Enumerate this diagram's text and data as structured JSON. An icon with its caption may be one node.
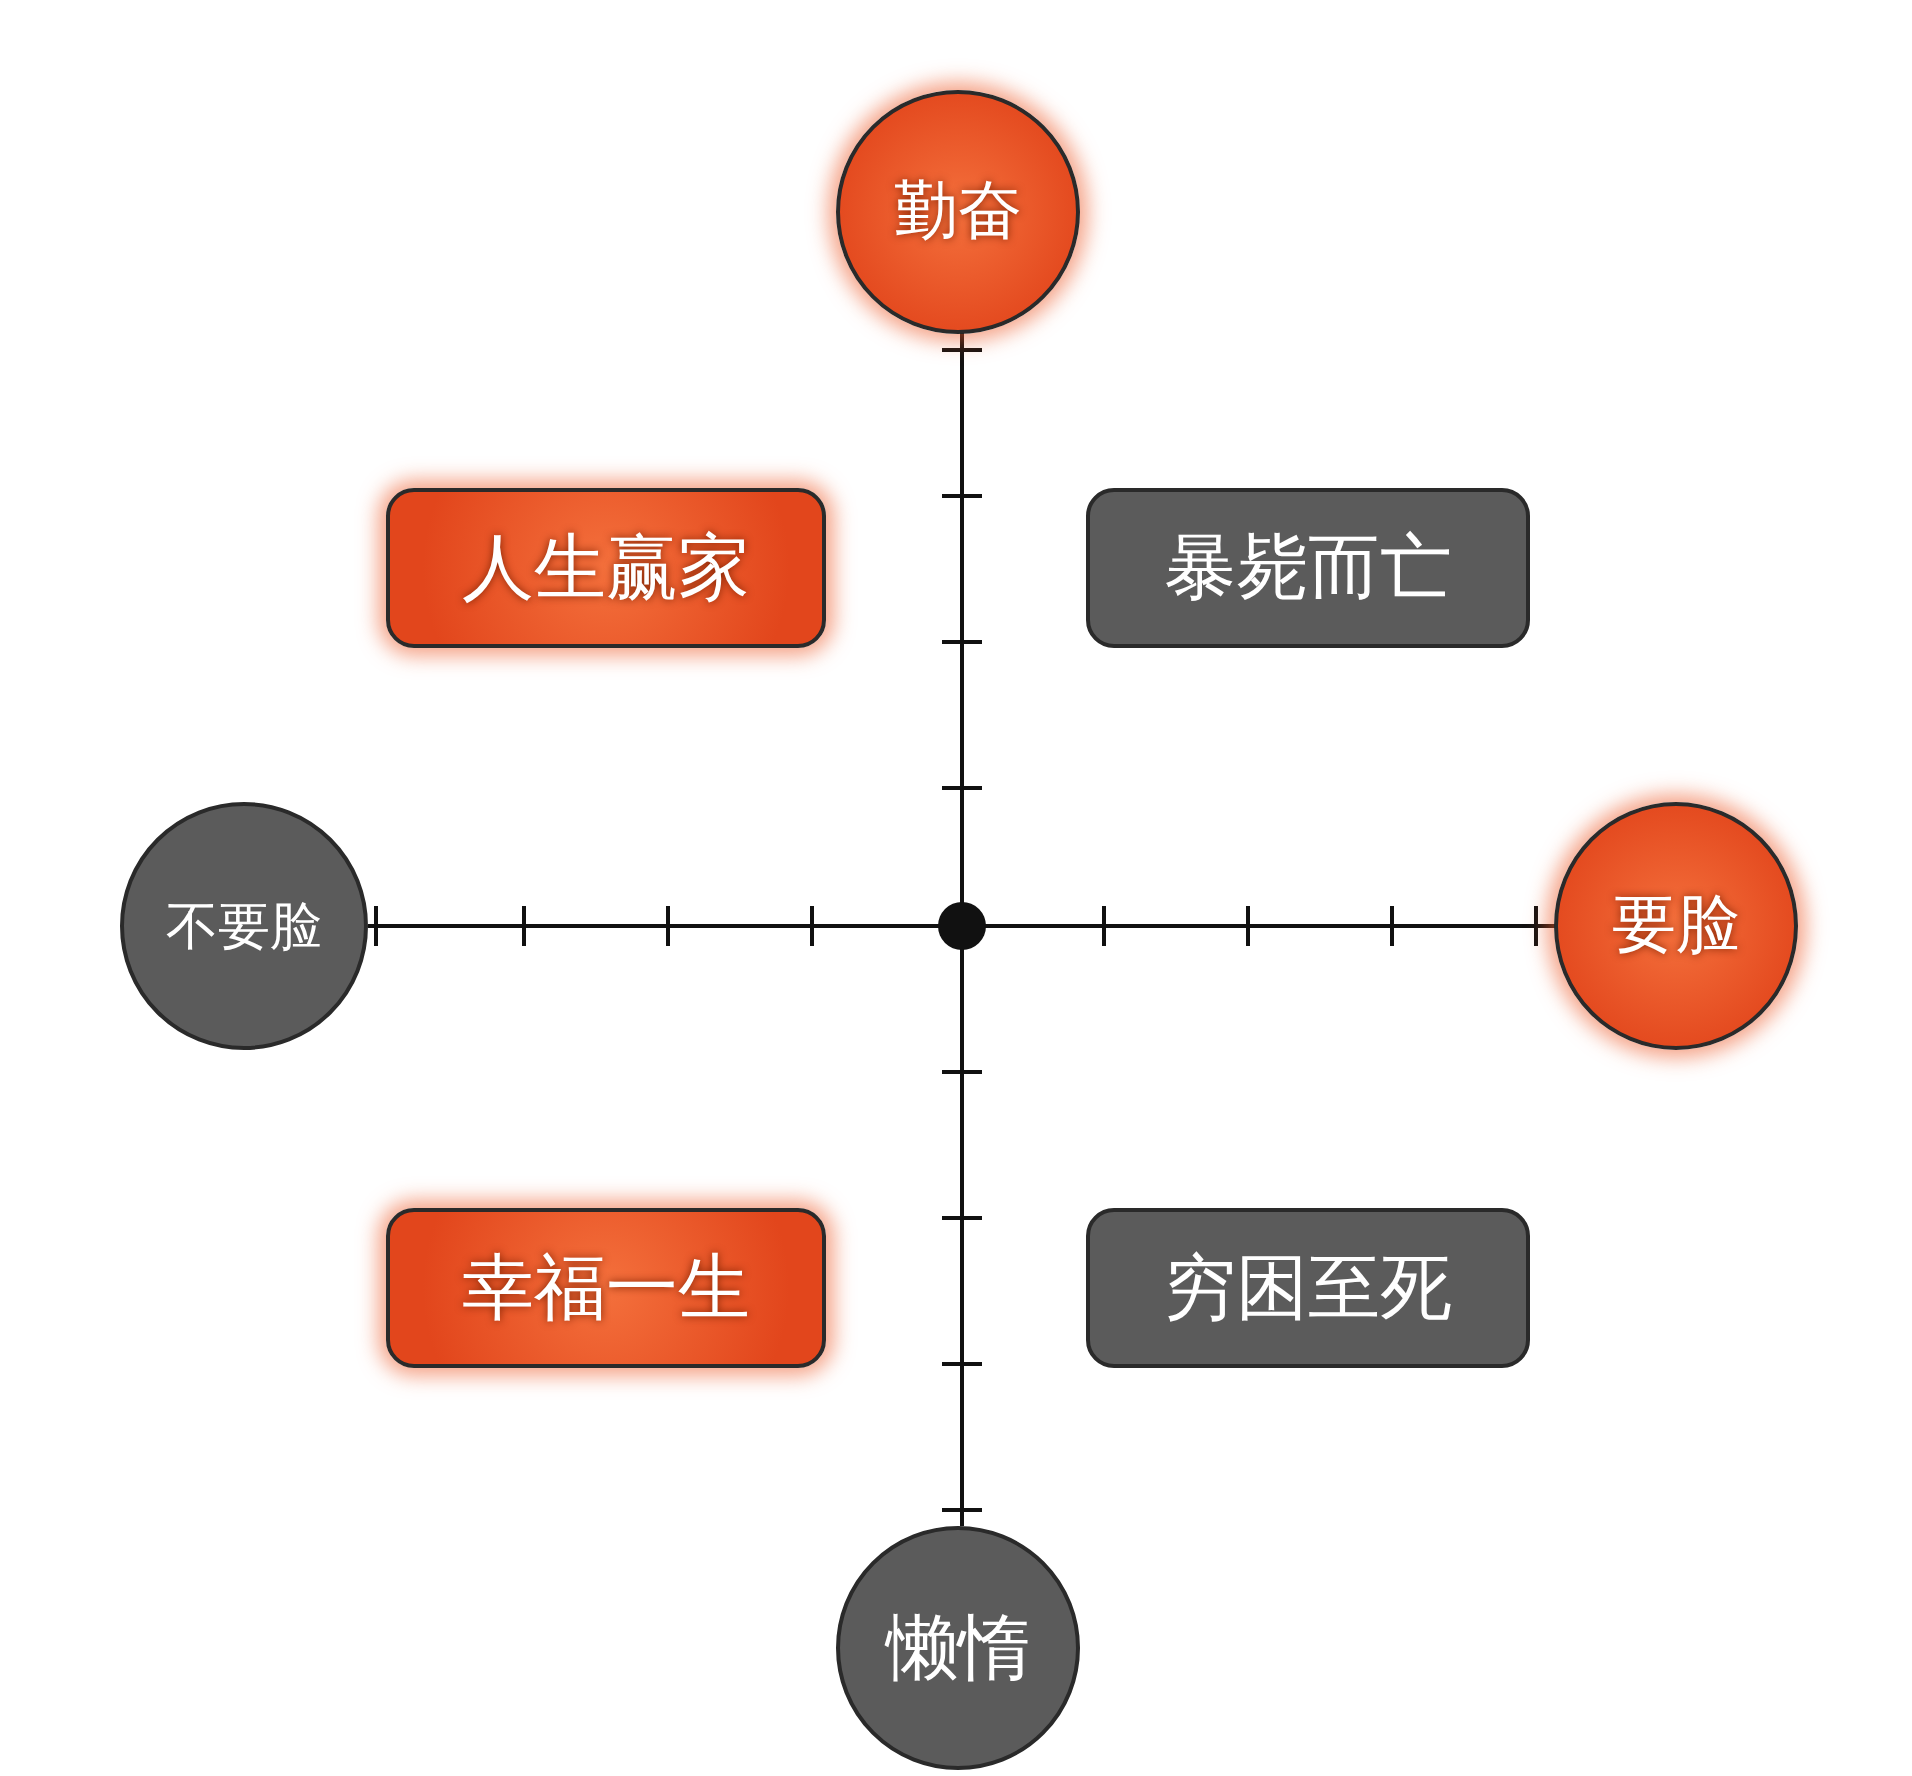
{
  "diagram": {
    "nodes": [
      {
        "text": [
          "勤奋"
        ]
      },
      {
        "text": [
          "人生赢家"
        ]
      },
      {
        "text": [
          "暴毙而亡"
        ]
      },
      {
        "text": [
          "不要脸"
        ]
      },
      {
        "text": [
          "要脸"
        ]
      },
      {
        "text": [
          "幸福一生"
        ]
      },
      {
        "text": [
          "穷困至死"
        ]
      },
      {
        "text": [
          "懒惰"
        ]
      }
    ]
  }
}
